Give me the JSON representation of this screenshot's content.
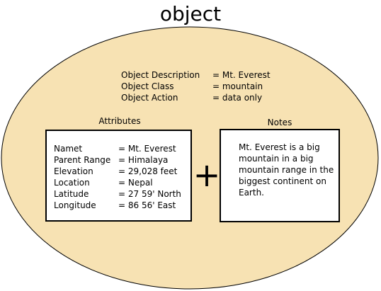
{
  "title": "object",
  "object_info": [
    {
      "label": "Object Description",
      "value": "= Mt. Everest"
    },
    {
      "label": "Object Class",
      "value": "= mountain"
    },
    {
      "label": "Object Action",
      "value": "= data only"
    }
  ],
  "attributes": {
    "heading": "Attributes",
    "rows": [
      {
        "label": "Namet",
        "value": "= Mt. Everest"
      },
      {
        "label": "Parent Range",
        "value": "= Himalaya"
      },
      {
        "label": "Elevation",
        "value": "= 29,028 feet"
      },
      {
        "label": "Location",
        "value": "= Nepal"
      },
      {
        "label": "Latitude",
        "value": "= 27 59' North"
      },
      {
        "label": "Longitude",
        "value": "= 86 56' East"
      }
    ]
  },
  "plus_symbol": "+",
  "notes": {
    "heading": "Notes",
    "text": "Mt. Everest is a big mountain in a big mountain range in the biggest continent on Earth."
  },
  "colors": {
    "ellipse_fill": "#f7e2b3",
    "outline": "#000000",
    "box_fill": "#ffffff"
  }
}
